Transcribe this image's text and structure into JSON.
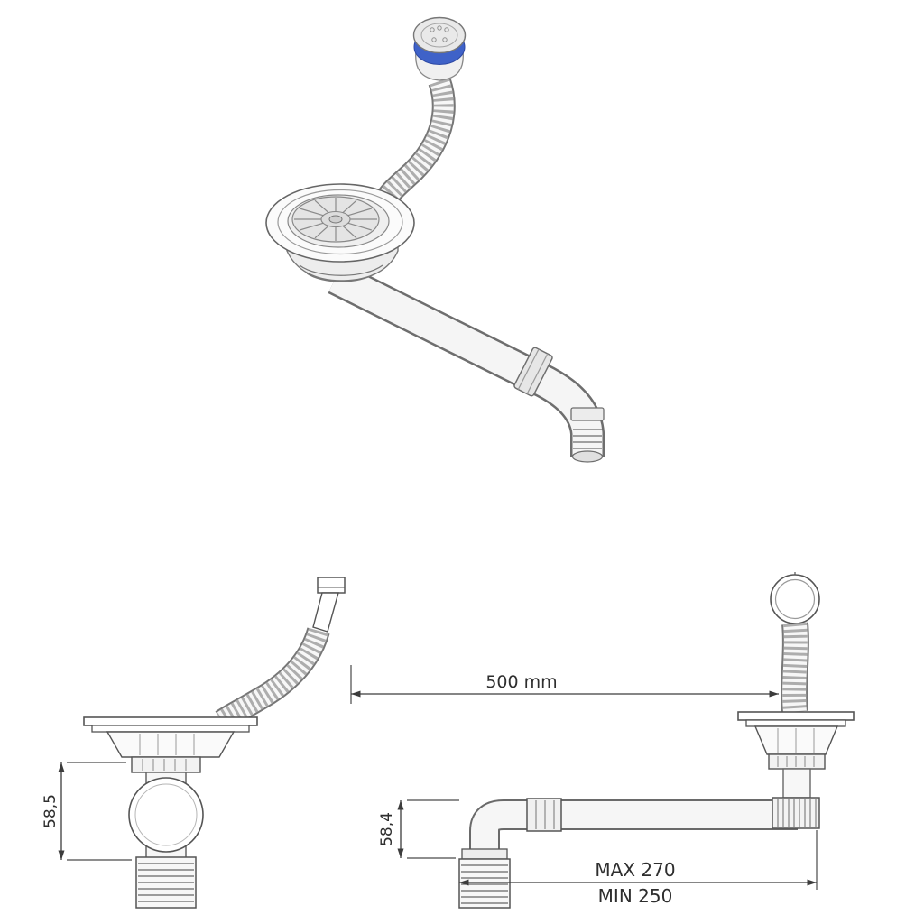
{
  "colors": {
    "accent_blue": "#3f62c8",
    "line_dark": "#4a4a4a"
  },
  "dimensions": {
    "span_label": "500 mm",
    "left_height_label": "58,5",
    "trap_height_label": "58,4",
    "pipe_max_label": "MAX 270",
    "pipe_min_label": "MIN 250"
  }
}
